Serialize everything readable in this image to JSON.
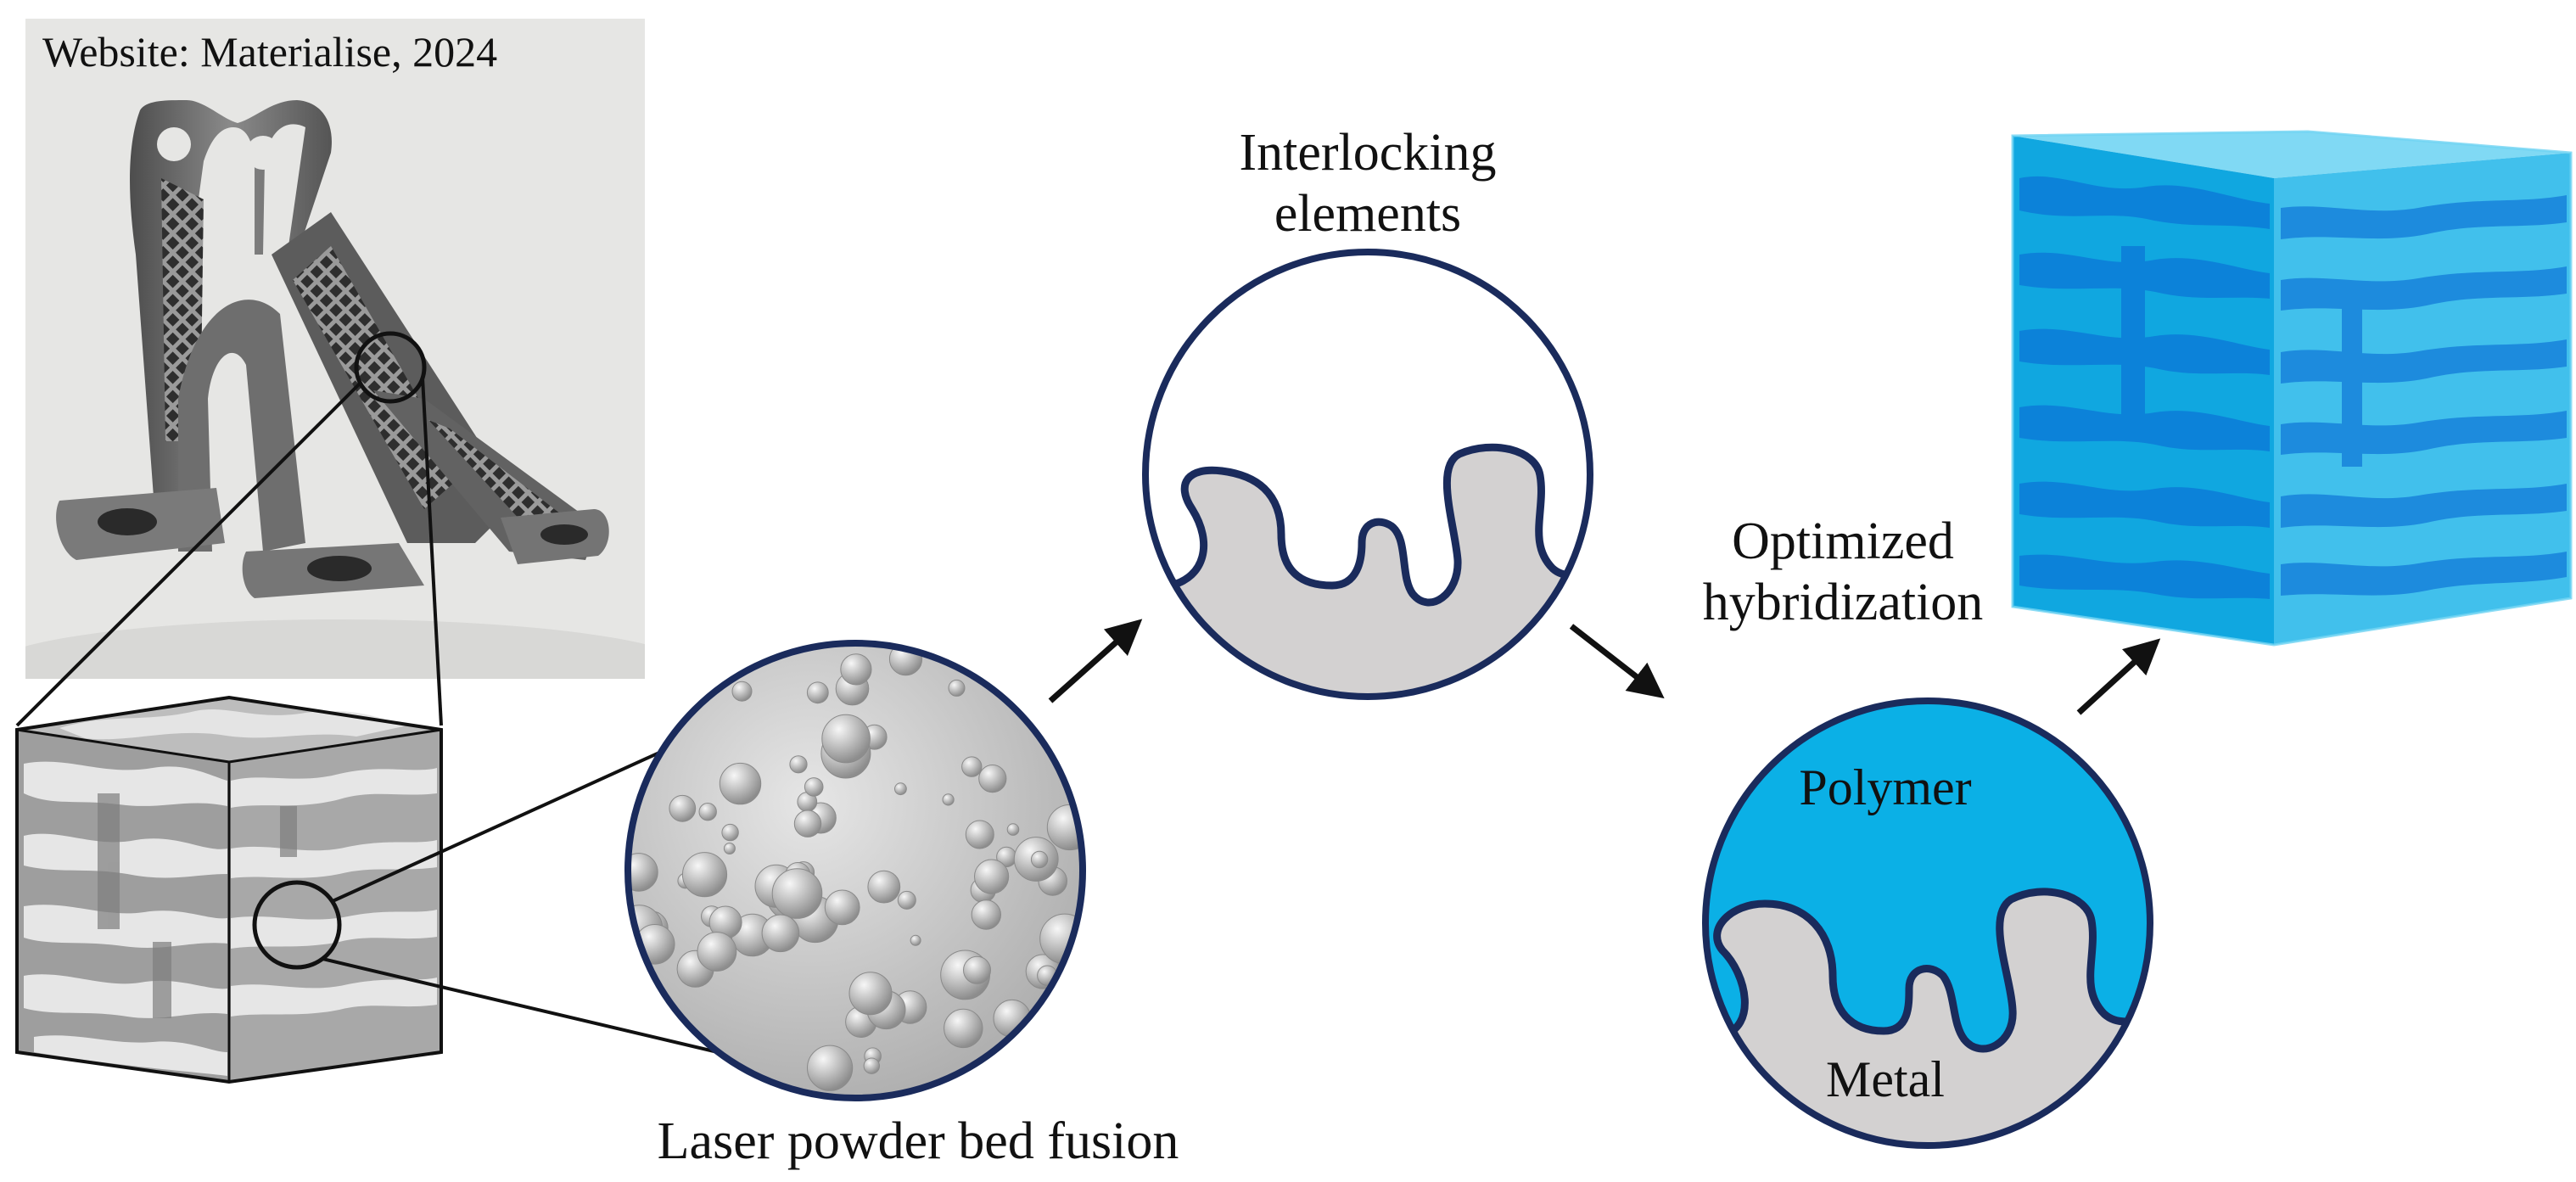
{
  "photo_credit": "Website: Materialise, 2024",
  "labels": {
    "lpbf": "Laser powder bed fusion",
    "interlocking_line1": "Interlocking",
    "interlocking_line2": "elements",
    "optimized_line1": "Optimized",
    "optimized_line2": "hybridization",
    "polymer": "Polymer",
    "metal": "Metal"
  },
  "colors": {
    "outline": "#1a2b5c",
    "metal": "#d3d1d1",
    "polymer": "#0bb0e6",
    "polymer_dark": "#0a6fd6",
    "cube_light": "#e5e5e5",
    "cube_mid": "#9c9c9c",
    "photo_bg": "#e6e6e4",
    "part": "#6b6b6b",
    "powder": "#c9c9c9"
  },
  "icons": {
    "photo": "am-bracket-photo",
    "magnifier": "zoom-circle",
    "arrow": "right-up-arrow"
  }
}
